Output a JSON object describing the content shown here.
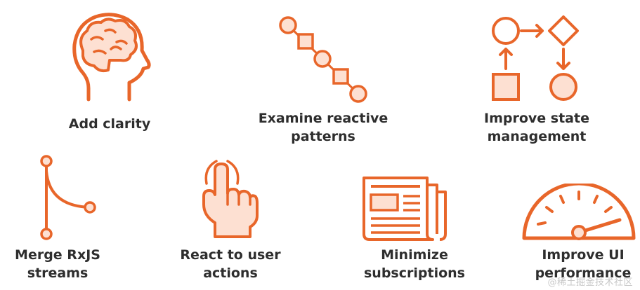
{
  "colors": {
    "accent": "#e8662a",
    "fill": "#fde0d2",
    "text": "#2e2e2e"
  },
  "items": [
    {
      "icon": "brain-head-icon",
      "label_line1": "Add clarity",
      "label_line2": ""
    },
    {
      "icon": "reactive-patterns-icon",
      "label_line1": "Examine reactive",
      "label_line2": "patterns"
    },
    {
      "icon": "state-flow-icon",
      "label_line1": "Improve state",
      "label_line2": "management"
    },
    {
      "icon": "merge-streams-icon",
      "label_line1": "Merge RxJS",
      "label_line2": "streams"
    },
    {
      "icon": "pointing-hand-icon",
      "label_line1": "React to user",
      "label_line2": "actions"
    },
    {
      "icon": "newspaper-icon",
      "label_line1": "Minimize",
      "label_line2": "subscriptions"
    },
    {
      "icon": "speedometer-icon",
      "label_line1": "Improve UI",
      "label_line2": "performance"
    }
  ],
  "watermark": "@稀土掘金技术社区"
}
